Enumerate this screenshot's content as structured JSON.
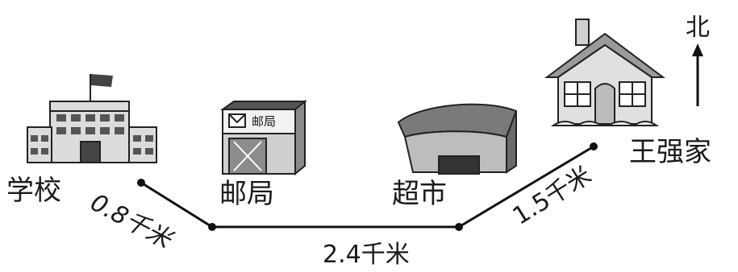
{
  "places": {
    "school": "学校",
    "post_office": "邮局",
    "supermarket": "超市",
    "home": "王强家"
  },
  "post_office_sign": "邮局",
  "distances": {
    "school_to_post_office": "0.8千米",
    "post_office_to_supermarket": "2.4千米",
    "supermarket_to_home": "1.5千米"
  },
  "compass": {
    "label": "北"
  }
}
